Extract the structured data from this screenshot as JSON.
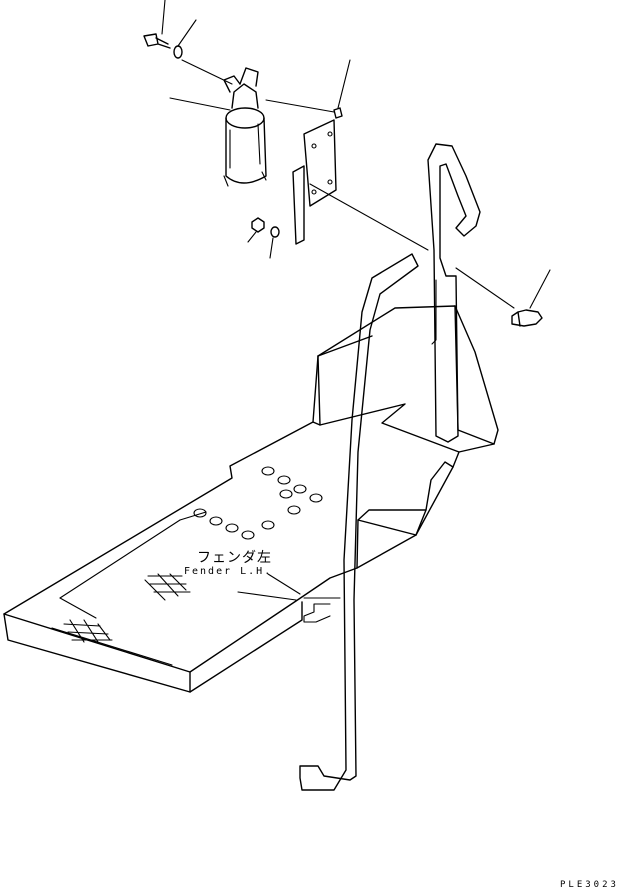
{
  "labels": {
    "fender_jp": "フェンダ左",
    "fender_en": "Fender L.H.",
    "drawing_code": "PLE3023"
  }
}
